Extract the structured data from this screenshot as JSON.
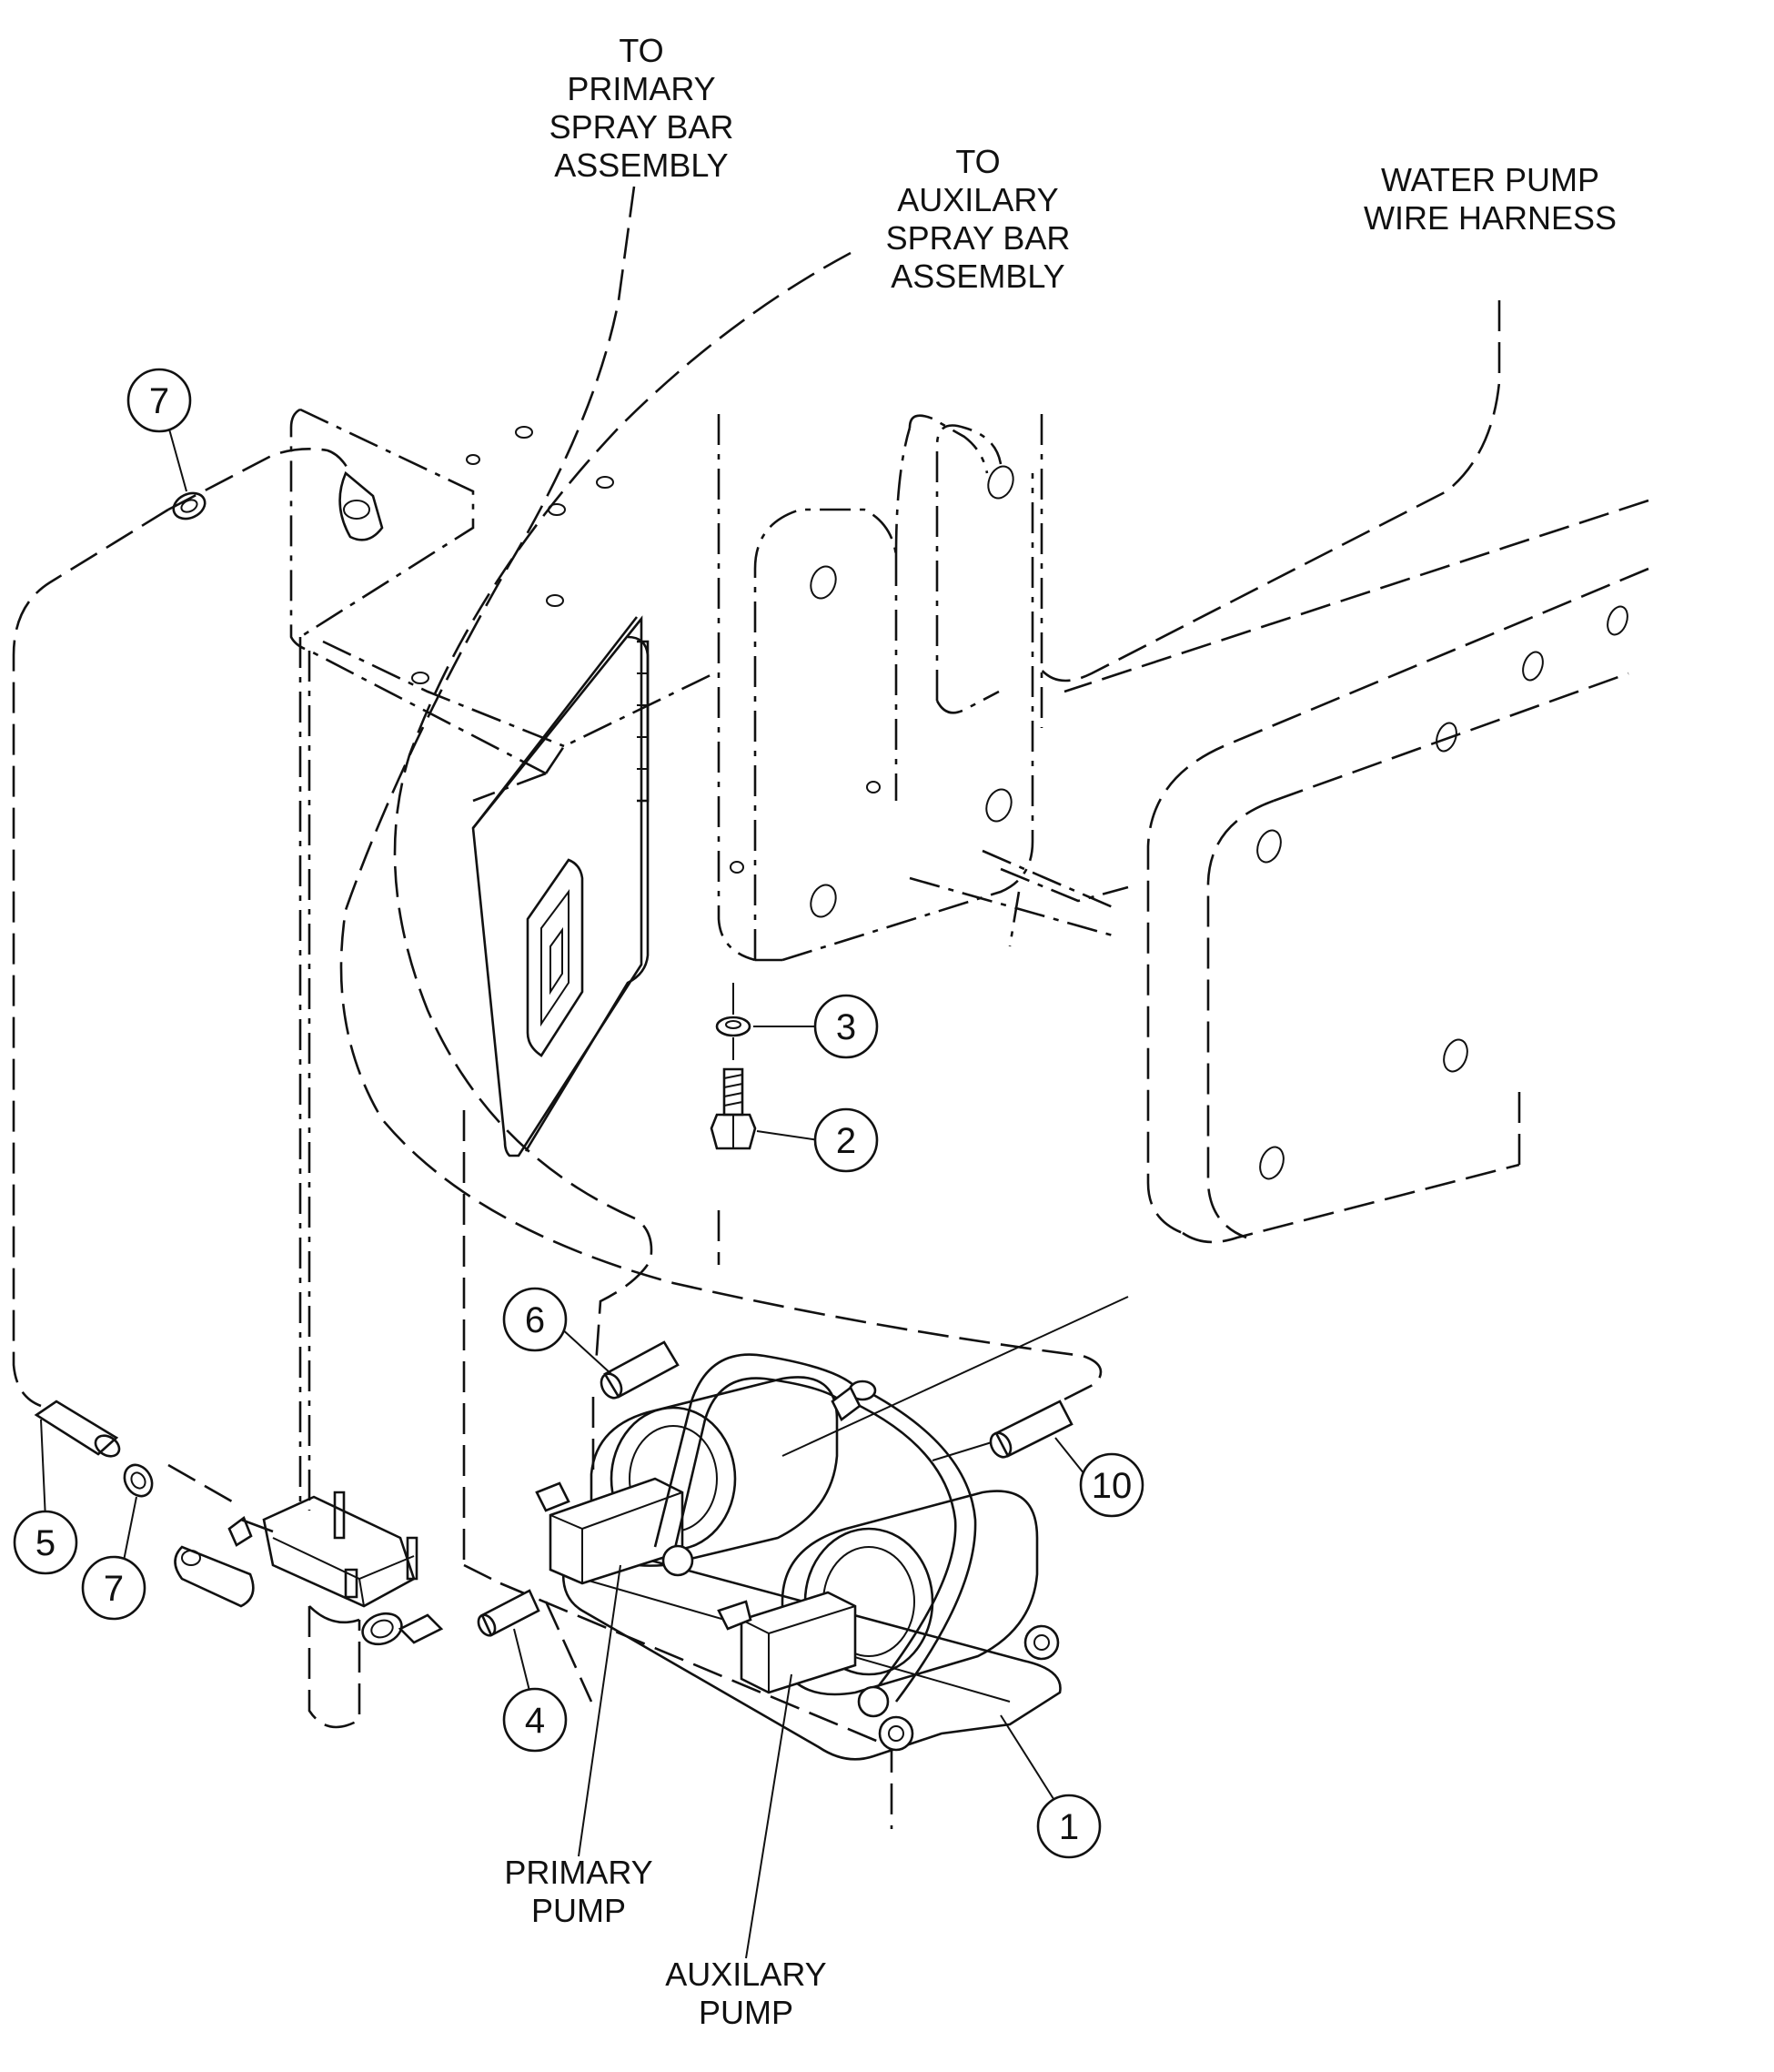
{
  "labels": {
    "to_primary": [
      "TO",
      "PRIMARY",
      "SPRAY BAR",
      "ASSEMBLY"
    ],
    "to_auxilary": [
      "TO",
      "AUXILARY",
      "SPRAY BAR",
      "ASSEMBLY"
    ],
    "wire_harness": [
      "WATER PUMP",
      "WIRE HARNESS"
    ],
    "primary_pump": [
      "PRIMARY",
      "PUMP"
    ],
    "auxilary_pump": [
      "AUXILARY",
      "PUMP"
    ]
  },
  "callouts": {
    "c7_top": "7",
    "c3": "3",
    "c2": "2",
    "c6": "6",
    "c10": "10",
    "c5": "5",
    "c7_bottom": "7",
    "c4": "4",
    "c1": "1"
  }
}
